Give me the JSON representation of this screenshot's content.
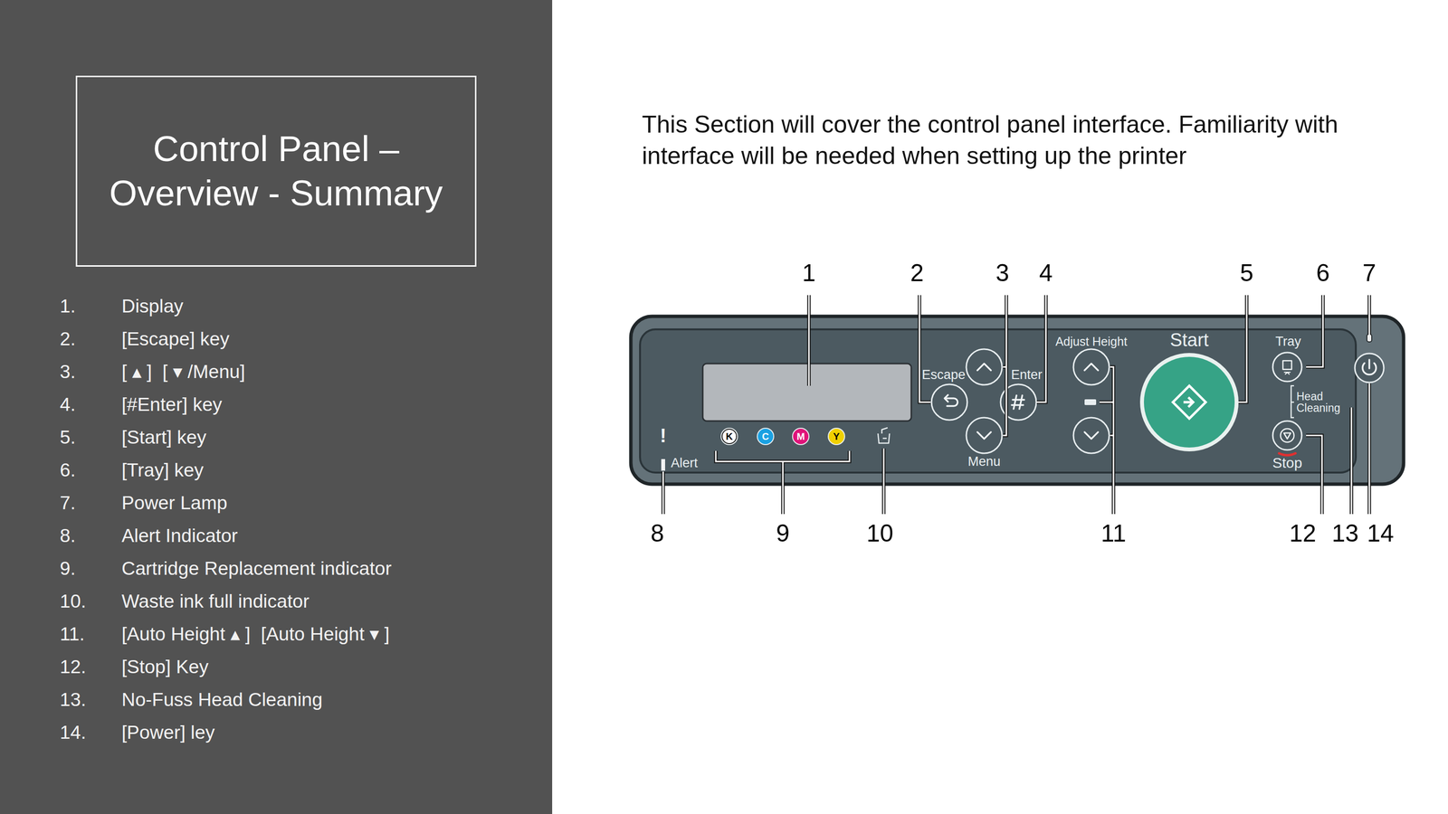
{
  "diagram": {
    "title": "Control Panel – Overview - Summary",
    "nodes": [
      {
        "text": [
          "K"
        ]
      },
      {
        "text": [
          "C"
        ]
      },
      {
        "text": [
          "M"
        ]
      },
      {
        "text": [
          "Y"
        ]
      }
    ],
    "labels": [
      "This Section will cover the control panel interface.  Familiarity with interface will be needed when setting up the printer",
      "1.",
      "Display",
      "2.",
      "[Escape] key",
      "3.",
      "[ ▴ ]  [ ▾ /Menu]",
      "4.",
      "[#Enter] key",
      "5.",
      "[Start] key",
      "6.",
      "[Tray] key",
      "7.",
      "Power Lamp",
      "8.",
      "Alert Indicator",
      "9.",
      "Cartridge Replacement indicator",
      "10.",
      "Waste ink full indicator",
      "11.",
      "[Auto Height ▴ ]  [Auto Height ▾ ]",
      "12.",
      "[Stop] Key",
      "13.",
      "No-Fuss Head Cleaning",
      "14.",
      "[Power] ley",
      "1",
      "2",
      "3",
      "4",
      "5",
      "6",
      "7",
      "8",
      "9",
      "10",
      "11",
      "12",
      "13",
      "14",
      "Escape",
      "Enter",
      "Menu",
      "Adjust Height",
      "Start",
      "Tray",
      "Head Cleaning",
      "Stop",
      "!",
      "Alert"
    ]
  }
}
